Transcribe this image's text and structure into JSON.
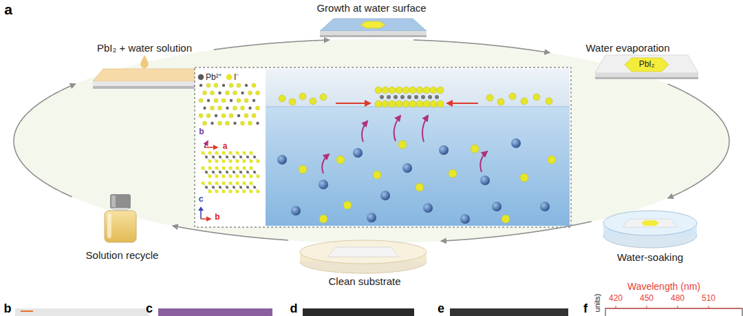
{
  "diagram": {
    "nodes": [
      {
        "text": [
          "PbI₂ + water solution"
        ]
      },
      {
        "text": [
          "Growth at water surface"
        ]
      },
      {
        "text": [
          "Water evaporation"
        ]
      },
      {
        "text": [
          "Water-soaking"
        ]
      },
      {
        "text": [
          "Clean substrate"
        ]
      },
      {
        "text": [
          "Solution recycle"
        ]
      }
    ],
    "edges": [
      {
        "from": 0,
        "to": 1,
        "arrow": "to"
      },
      {
        "from": 1,
        "to": 2,
        "arrow": "to"
      },
      {
        "from": 2,
        "to": 3,
        "arrow": "to"
      },
      {
        "from": 3,
        "to": 4,
        "arrow": "to"
      },
      {
        "from": 4,
        "to": 5,
        "arrow": "to"
      },
      {
        "from": 5,
        "to": 0,
        "arrow": "to"
      }
    ],
    "labels": [
      "a",
      "PbI₂",
      "b",
      "a",
      "c",
      "b",
      "b",
      "c",
      "d",
      "e",
      "f",
      "units)",
      "Wavelength (nm)",
      "420",
      "450",
      "480",
      "510"
    ],
    "legend": [
      {
        "text": "Pb²⁺",
        "color": "#5a5a5a"
      },
      {
        "text": "I⁻",
        "color": "#e6e62a"
      }
    ]
  }
}
